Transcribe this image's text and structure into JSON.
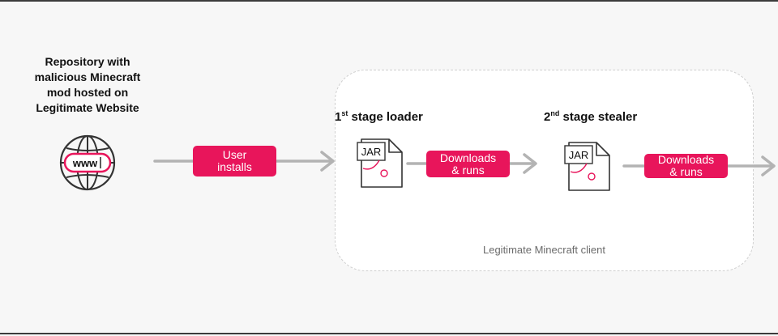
{
  "repo": {
    "title_lines": [
      "Repository with",
      "malicious Minecraft",
      "mod hosted on",
      "Legitimate Website"
    ],
    "globe_text": "www"
  },
  "arrow1": {
    "line1": "User",
    "line2": "installs"
  },
  "stage1": {
    "ordinal": "1",
    "suffix": "st",
    "title": " stage loader",
    "file_label": "JAR"
  },
  "arrow2": {
    "line1": "Downloads",
    "line2": "& runs"
  },
  "stage2": {
    "ordinal": "2",
    "suffix": "nd",
    "title": " stage stealer",
    "file_label": "JAR"
  },
  "arrow3": {
    "line1": "Downloads",
    "line2": "& runs"
  },
  "client_box": {
    "label": "Legitimate Minecraft client"
  },
  "colors": {
    "accent": "#e8155b",
    "arrow": "#b3b3b3",
    "outline": "#333333"
  }
}
